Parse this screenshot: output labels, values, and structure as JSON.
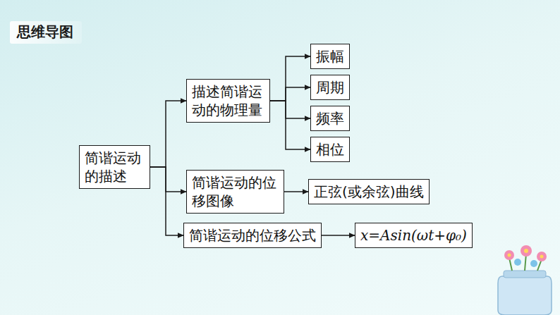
{
  "diagram": {
    "nodes": [
      {
        "text": [
          "简谐运动的描述"
        ]
      },
      {
        "text": [
          "描述简谐运动的物理量"
        ]
      },
      {
        "text": [
          "振幅"
        ]
      },
      {
        "text": [
          "周期"
        ]
      },
      {
        "text": [
          "频率"
        ]
      },
      {
        "text": [
          "相位"
        ]
      },
      {
        "text": [
          "简谐运动的位移图像"
        ]
      },
      {
        "text": [
          "正弦(或余弦)曲线"
        ]
      },
      {
        "text": [
          "简谐运动的位移公式"
        ]
      },
      {
        "text": [
          "x=Asin(ωt+φ₀)"
        ]
      }
    ],
    "edges": [
      {
        "from": 0,
        "to": 1,
        "arrow": "to"
      },
      {
        "from": 0,
        "to": 6,
        "arrow": "to"
      },
      {
        "from": 0,
        "to": 8,
        "arrow": "to"
      },
      {
        "from": 1,
        "to": 2,
        "arrow": "to"
      },
      {
        "from": 1,
        "to": 3,
        "arrow": "to"
      },
      {
        "from": 1,
        "to": 4,
        "arrow": "to"
      },
      {
        "from": 1,
        "to": 5,
        "arrow": "to"
      },
      {
        "from": 6,
        "to": 7,
        "arrow": "to"
      },
      {
        "from": 8,
        "to": 9,
        "arrow": "to"
      }
    ],
    "labels": [
      "思维导图"
    ]
  }
}
